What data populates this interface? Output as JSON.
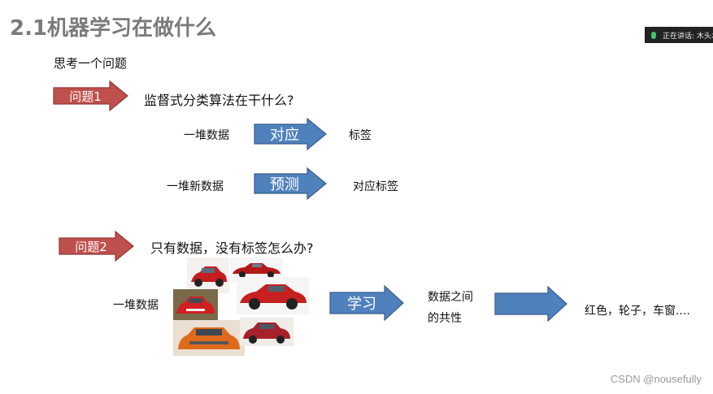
{
  "title": "2.1机器学习在做什么",
  "subtitle": "思考一个问题",
  "recording": {
    "text": "正在讲话: 木头木"
  },
  "question1": {
    "badge": "问题1",
    "text": "监督式分类算法在干什么?",
    "row1": {
      "left": "一堆数据",
      "arrow": "对应",
      "right": "标签"
    },
    "row2": {
      "left": "一堆新数据",
      "arrow": "预测",
      "right": "对应标签"
    }
  },
  "question2": {
    "badge": "问题2",
    "text": "只有数据，没有标签怎么办?",
    "left": "一堆数据",
    "arrow": "学习",
    "middle_line1": "数据之间",
    "middle_line2": "的共性",
    "right": "红色，轮子，车窗...."
  },
  "watermark": "CSDN @nousefully",
  "colors": {
    "red_arrow": "#c0504d",
    "blue_arrow": "#4f81bd",
    "title_gray": "#7b7b7b"
  }
}
